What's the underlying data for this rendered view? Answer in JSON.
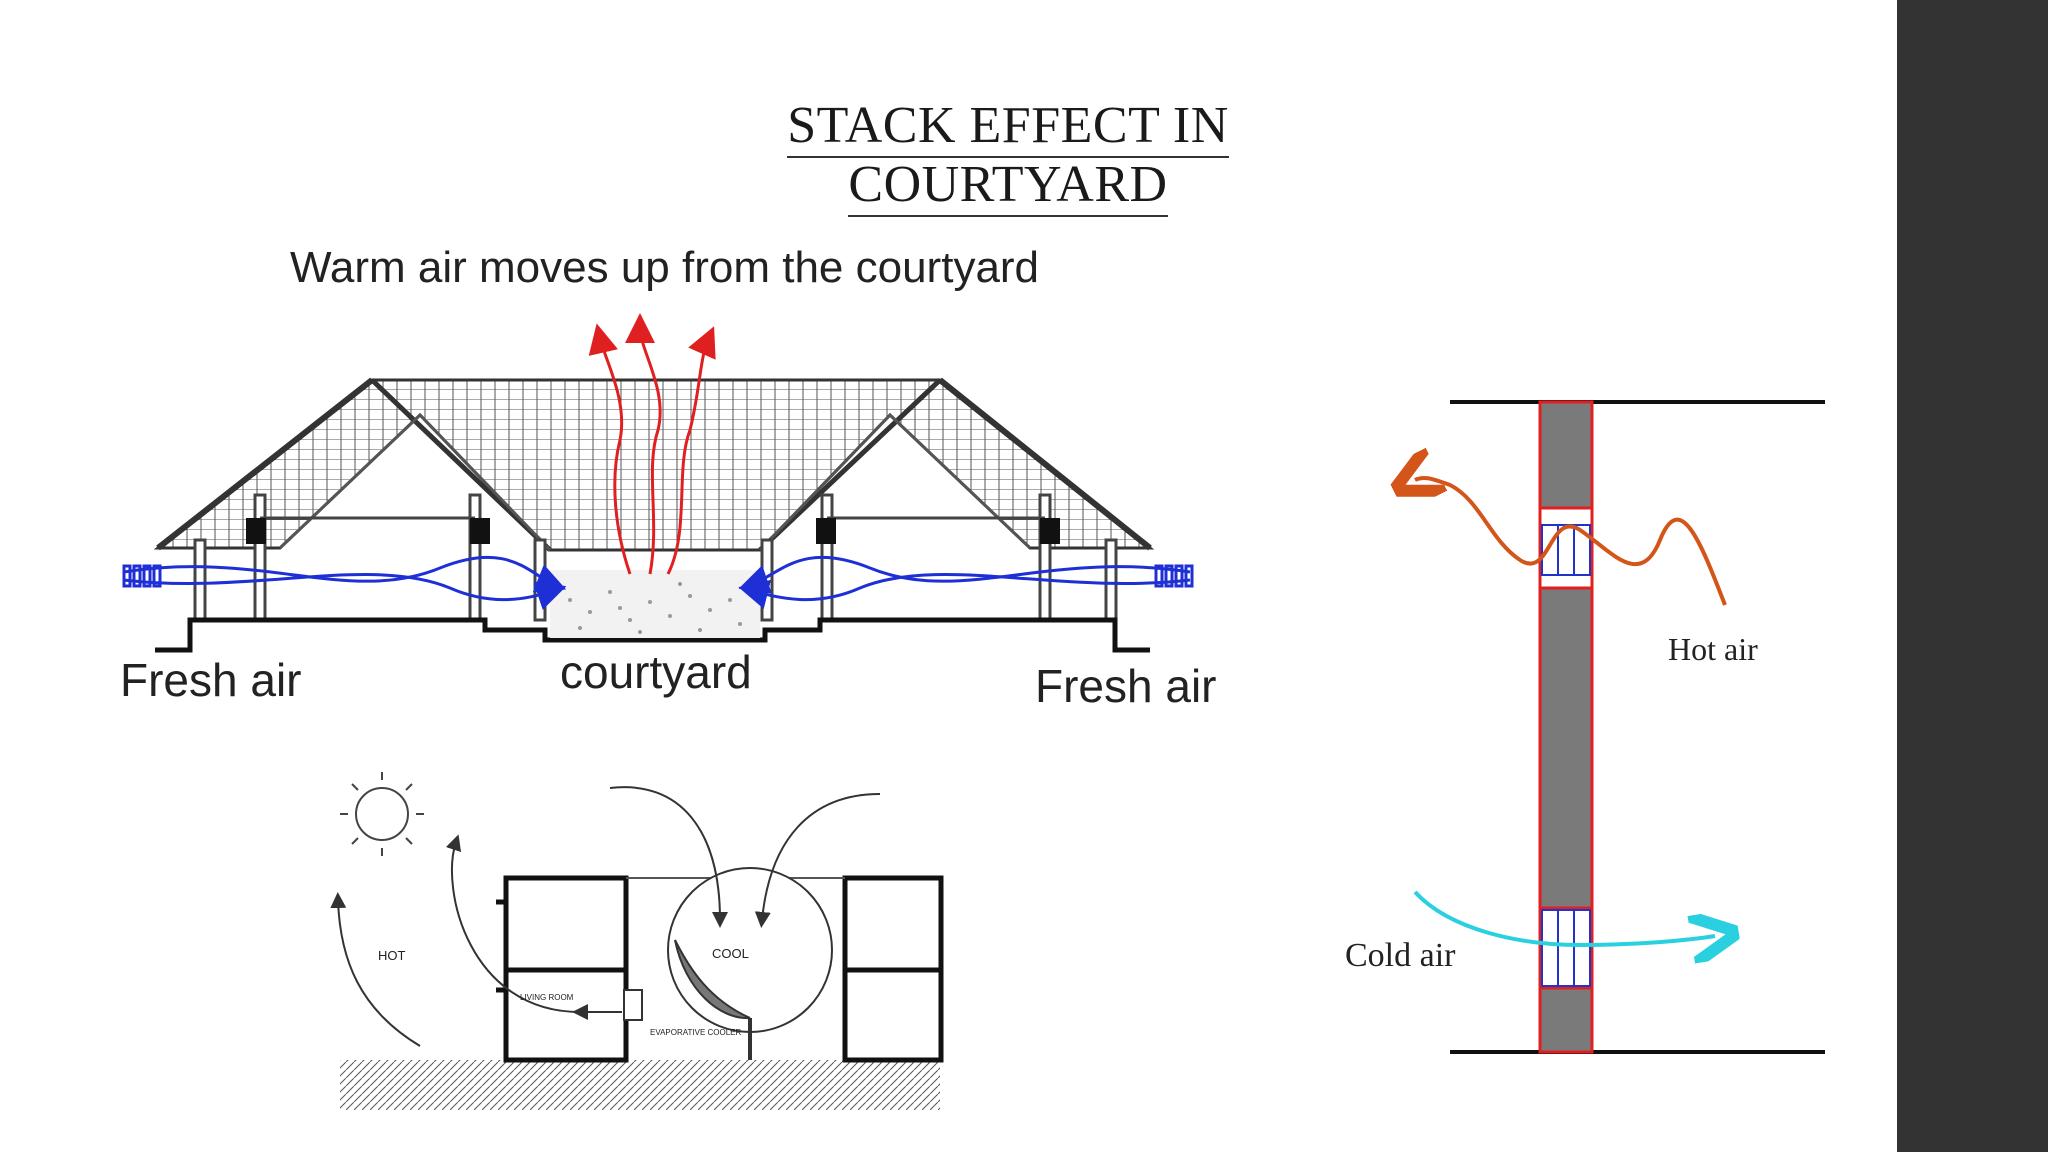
{
  "slide": {
    "title": "STACK EFFECT IN COURTYARD"
  },
  "courtyard_diagram": {
    "heading": "Warm air moves up from the courtyard",
    "left_label": "Fresh air",
    "center_label": "courtyard",
    "right_label": "Fresh air"
  },
  "sketch_diagram": {
    "hot_label": "HOT",
    "cool_label": "COOL",
    "room_label": "LIVING ROOM",
    "cooler_label": "EVAPORATIVE COOLER"
  },
  "wall_diagram": {
    "hot_label": "Hot air",
    "cold_label": "Cold air"
  },
  "colors": {
    "warm_arrow": "#e02020",
    "fresh_arrow": "#1e2fd6",
    "hot_arrow": "#d4551a",
    "cold_arrow": "#2ad0e0",
    "wall_fill": "#7a7a7a",
    "wall_edge": "#e02020",
    "sidebar": "#333333"
  }
}
